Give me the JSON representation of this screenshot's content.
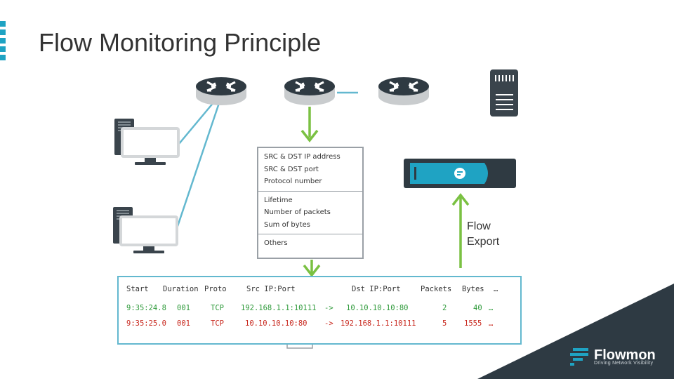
{
  "title": "Flow Monitoring Principle",
  "colors": {
    "accent": "#1fa3c3",
    "green_arrow": "#7ac142",
    "link": "#63b8cf",
    "row1": "#2e9a3a",
    "row2": "#c8281e",
    "corner": "#2e3a43"
  },
  "info_box": {
    "sections": [
      [
        "SRC & DST IP address",
        "SRC & DST port",
        "Protocol number"
      ],
      [
        "Lifetime",
        "Number of packets",
        "Sum of bytes"
      ],
      [
        "Others"
      ]
    ]
  },
  "flow_export_label": [
    "Flow",
    "Export"
  ],
  "flow_table": {
    "headers": [
      "Start",
      "Duration",
      "Proto",
      "Src IP:Port",
      "Dst IP:Port",
      "Packets",
      "Bytes",
      "…"
    ],
    "rows": [
      [
        "9:35:24.8",
        "001",
        "TCP",
        "192.168.1.1:10111",
        "->",
        "10.10.10.10:80",
        "2",
        "40",
        "…"
      ],
      [
        "9:35:25.0",
        "001",
        "TCP",
        "10.10.10.10:80",
        "->",
        "192.168.1.1:10111",
        "5",
        "1555",
        "…"
      ]
    ]
  },
  "logo": {
    "name": "Flowmon",
    "tagline": "Driving Network Visibility"
  },
  "icons": [
    "router-icon",
    "server-icon",
    "computer-icon",
    "flowmon-probe-icon",
    "envelope-icon"
  ]
}
